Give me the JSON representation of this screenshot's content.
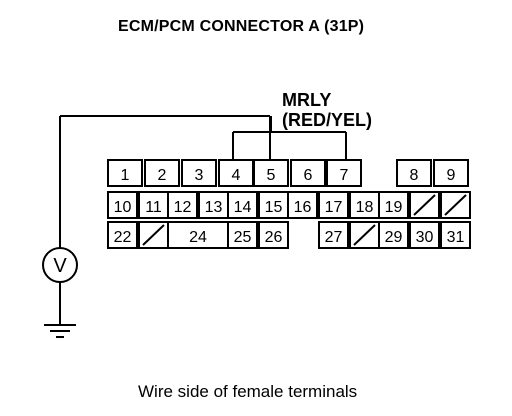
{
  "title": "ECM/PCM CONNECTOR A (31P)",
  "wire_label": {
    "line1": "MRLY",
    "line2": "(RED/YEL)"
  },
  "meter_symbol": "V",
  "caption": "Wire side of female terminals",
  "connector": {
    "rows": [
      [
        "1",
        "2",
        "3",
        "4",
        "5",
        "6",
        "7",
        "",
        "8",
        "9"
      ],
      [
        "10",
        "11",
        "12",
        "13",
        "14",
        "15",
        "16",
        "17",
        "18",
        "19",
        "/",
        "/"
      ],
      [
        "22",
        "/",
        "24",
        "",
        "25",
        "26",
        "",
        "27",
        "/",
        "29",
        "30",
        "31"
      ]
    ]
  }
}
